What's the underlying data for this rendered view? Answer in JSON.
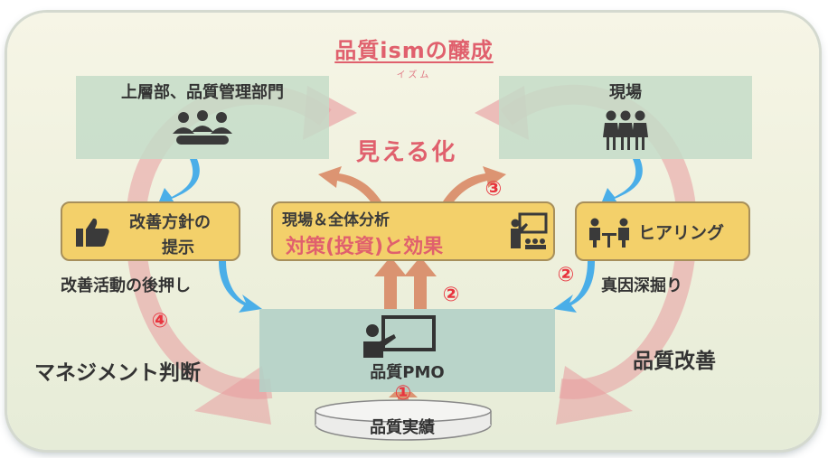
{
  "title": "品質ismの醸成",
  "title_ruby": "イズム",
  "top_left_box": {
    "label": "上層部、品質管理部門",
    "icon": "meeting-people-icon"
  },
  "top_right_box": {
    "label": "現場",
    "icon": "workers-icon"
  },
  "visualization_label": "見える化",
  "kaizen_box": {
    "line1": "改善方針の",
    "line2": "提示",
    "icon": "thumbs-up-icon"
  },
  "center_box": {
    "line1": "現場＆全体分析",
    "line2": "対策(投資)と効果",
    "icon": "presentation-icon"
  },
  "hearing_box": {
    "label": "ヒアリング",
    "icon": "interview-icon"
  },
  "left_caption": "改善活動の後押し",
  "right_caption": "真因深掘り",
  "pmo_box": {
    "label": "品質PMO",
    "icon": "presenter-icon"
  },
  "data_box": {
    "label": "品質実績",
    "icon": "database-icon"
  },
  "management_label": "マネジメント判断",
  "quality_improvement_label": "品質改善",
  "markers": [
    "①",
    "②",
    "②",
    "③",
    "④"
  ],
  "colors": {
    "accent": "#e0606d",
    "box_yellow": "#f3d06a",
    "box_green": "#c4dcc8",
    "arrow_blue": "#4aaee8",
    "arrow_orange": "#d98a66",
    "cycle_pink": "#e89a9f",
    "marker_red": "#e8343e"
  }
}
